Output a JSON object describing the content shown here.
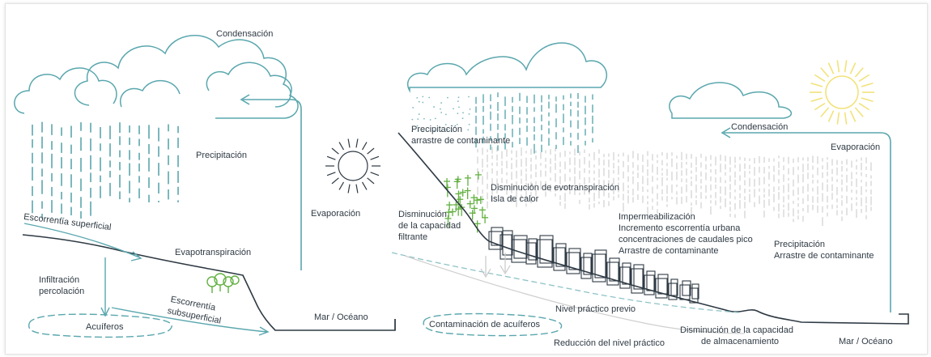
{
  "left": {
    "condensacion": "Condensación",
    "precipitacion": "Precipitación",
    "evaporacion": "Evaporación",
    "escorrentia_superficial": "Escorrentía superficial",
    "evapotranspiracion": "Evapotranspiración",
    "infiltracion": "Infiltración",
    "percolacion": "percolación",
    "escorrentia_sub_1": "Escorrentía",
    "escorrentia_sub_2": "subsuperficial",
    "acuiferos": "Acuíferos",
    "mar": "Mar / Océano"
  },
  "right": {
    "condensacion": "Condensación",
    "evaporacion": "Evaporación",
    "precip_1": "Precipitación",
    "precip_2": "arrastre de contaminante",
    "evotrans_1": "Disminución de evotranspiración",
    "evotrans_2": "Isla de calor",
    "capacidad_1": "Disminución",
    "capacidad_2": "de la capacidad",
    "capacidad_3": "filtrante",
    "imper_1": "Impermeabilización",
    "imper_2": "Incremento escorrentía urbana",
    "imper_3": "concentraciones de caudales pico",
    "imper_4": "Arrastre de contaminante",
    "precip2_1": "Precipitación",
    "precip2_2": "Arrastre de contaminante",
    "nivel_previo": "Nivel práctico previo",
    "contaminacion": "Contaminación de acuíferos",
    "reduccion": "Reducción del nivel práctico",
    "almac_1": "Disminución de la capacidad",
    "almac_2": "de almacenamiento",
    "mar": "Mar / Océano"
  },
  "colors": {
    "teal": "#5aa7ae",
    "green": "#62b040",
    "dark": "#2f3a44",
    "sun_right": "#f2e27a"
  }
}
